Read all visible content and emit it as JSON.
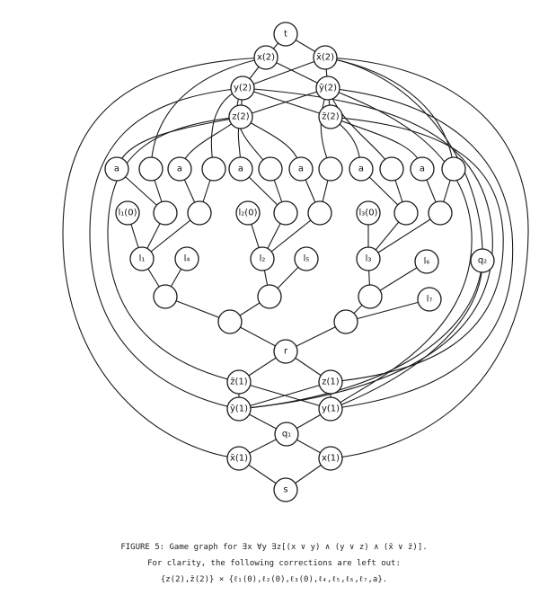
{
  "figure": {
    "nodes": [
      {
        "id": "t",
        "label": "t"
      },
      {
        "id": "x2",
        "label": "x(2)"
      },
      {
        "id": "xb2",
        "label": "x̄(2)"
      },
      {
        "id": "y2",
        "label": "y(2)"
      },
      {
        "id": "yb2",
        "label": "ȳ(2)"
      },
      {
        "id": "z2",
        "label": "z(2)"
      },
      {
        "id": "zb2",
        "label": "z̄(2)"
      },
      {
        "id": "a1",
        "label": "a"
      },
      {
        "id": "b1",
        "label": ""
      },
      {
        "id": "a2",
        "label": "a"
      },
      {
        "id": "b2",
        "label": ""
      },
      {
        "id": "a3",
        "label": "a"
      },
      {
        "id": "b3",
        "label": ""
      },
      {
        "id": "a4",
        "label": "a"
      },
      {
        "id": "b4",
        "label": ""
      },
      {
        "id": "a5",
        "label": "a"
      },
      {
        "id": "b5",
        "label": ""
      },
      {
        "id": "a6",
        "label": "a"
      },
      {
        "id": "b6",
        "label": ""
      },
      {
        "id": "l10",
        "label": "l₁(0)"
      },
      {
        "id": "m1",
        "label": ""
      },
      {
        "id": "m2",
        "label": ""
      },
      {
        "id": "l20",
        "label": "l₂(0)"
      },
      {
        "id": "m3",
        "label": ""
      },
      {
        "id": "m4",
        "label": ""
      },
      {
        "id": "l30",
        "label": "l₃(0)"
      },
      {
        "id": "m5",
        "label": ""
      },
      {
        "id": "m6",
        "label": ""
      },
      {
        "id": "l1",
        "label": "l₁"
      },
      {
        "id": "l4",
        "label": "l₄"
      },
      {
        "id": "l2",
        "label": "l₂"
      },
      {
        "id": "l5",
        "label": "l₅"
      },
      {
        "id": "l3",
        "label": "l₃"
      },
      {
        "id": "l6",
        "label": "l₆"
      },
      {
        "id": "q2",
        "label": "q₂"
      },
      {
        "id": "p1",
        "label": ""
      },
      {
        "id": "p2",
        "label": ""
      },
      {
        "id": "p3",
        "label": ""
      },
      {
        "id": "l7",
        "label": "l₇"
      },
      {
        "id": "s1",
        "label": ""
      },
      {
        "id": "s2",
        "label": ""
      },
      {
        "id": "r",
        "label": "r"
      },
      {
        "id": "zb1",
        "label": "z̄(1)"
      },
      {
        "id": "z1",
        "label": "z(1)"
      },
      {
        "id": "yb1",
        "label": "ȳ(1)"
      },
      {
        "id": "y1",
        "label": "y(1)"
      },
      {
        "id": "q1",
        "label": "q₁"
      },
      {
        "id": "xb1",
        "label": "x̄(1)"
      },
      {
        "id": "x1",
        "label": "x(1)"
      },
      {
        "id": "s",
        "label": "s"
      }
    ]
  },
  "caption": {
    "line1": "FIGURE 5:  Game graph for  ∃x ∀y ∃z[(x ∨ y) ∧ (y ∨ z) ∧ (x̄ ∨ z̄)].",
    "line2": "For clarity, the following corrections are left out:",
    "line3": "{z(2),z̄(2)} × {ℓ₁(0),ℓ₂(0),ℓ₃(0),ℓ₄,ℓ₅,ℓ₆,ℓ₇,a}."
  }
}
